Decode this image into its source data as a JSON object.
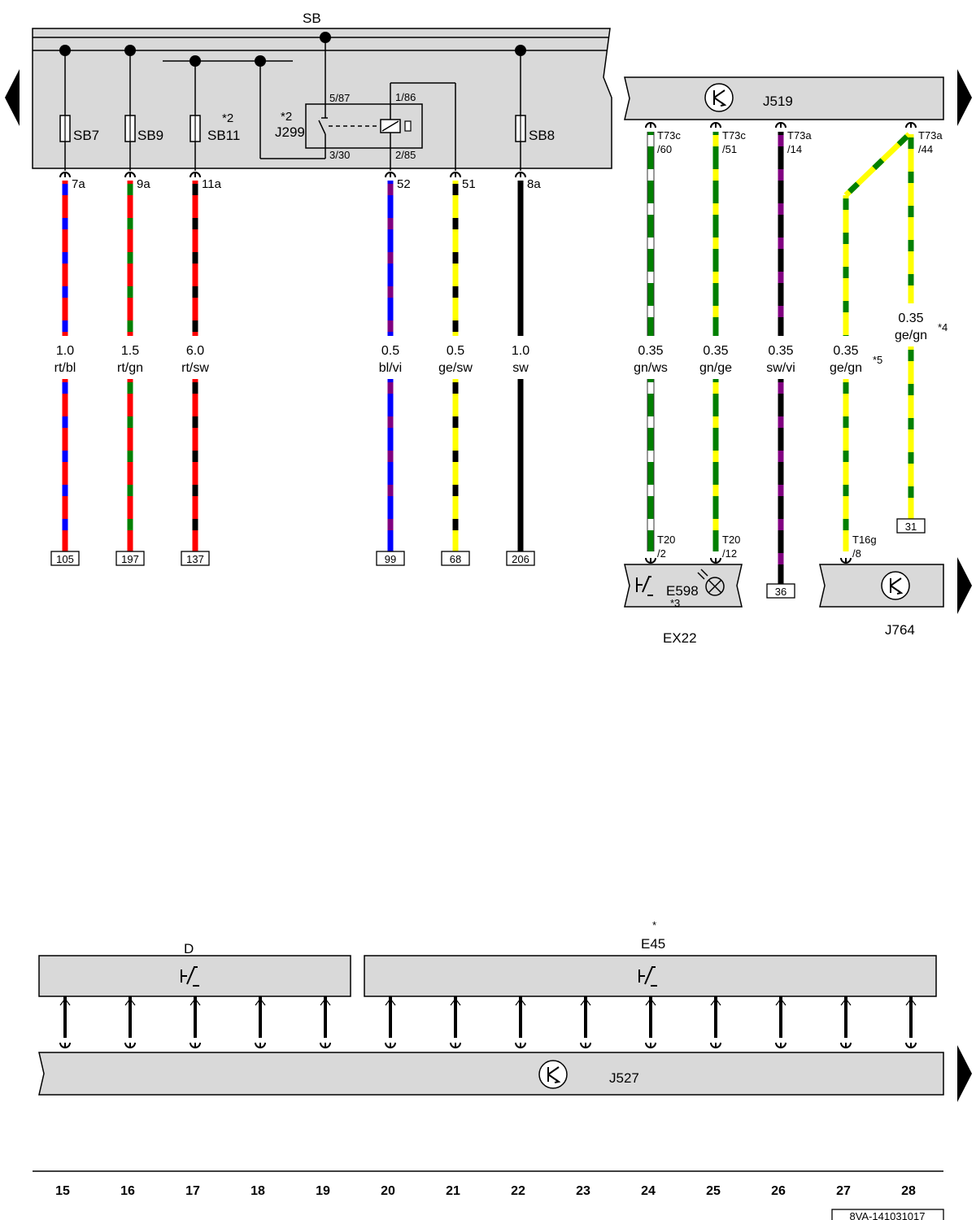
{
  "colors": {
    "rt": "#ff0000",
    "bl": "#0000ff",
    "gn": "#008000",
    "sw": "#000000",
    "vi": "#800080",
    "ge": "#ffff00",
    "ws": "#ffffff",
    "panel": "#d9d9d9",
    "line": "#000000"
  },
  "top_labels": {
    "sb": "SB",
    "sb7": "SB7",
    "sb9": "SB9",
    "sb11": "SB11",
    "sb11_note": "*2",
    "sb8": "SB8",
    "relay_note": "*2",
    "relay": "J299",
    "pin_587": "5/87",
    "pin_186": "1/86",
    "pin_330": "3/30",
    "pin_285": "2/85"
  },
  "left_wires": [
    {
      "pin": "7a",
      "size": "1.0",
      "color_code": "rt/bl",
      "box": "105"
    },
    {
      "pin": "9a",
      "size": "1.5",
      "color_code": "rt/gn",
      "box": "197"
    },
    {
      "pin": "11a",
      "size": "6.0",
      "color_code": "rt/sw",
      "box": "137"
    },
    {
      "pin": "52",
      "size": "0.5",
      "color_code": "bl/vi",
      "box": "99"
    },
    {
      "pin": "51",
      "size": "0.5",
      "color_code": "ge/sw",
      "box": "68"
    },
    {
      "pin": "8a",
      "size": "1.0",
      "color_code": "sw",
      "box": "206"
    }
  ],
  "right_section": {
    "j519": "J519",
    "connectors": [
      {
        "top": "T73c",
        "bottom": "/60"
      },
      {
        "top": "T73c",
        "bottom": "/51"
      },
      {
        "top": "T73a",
        "bottom": "/14"
      },
      {
        "top": "T73a",
        "bottom": "/44"
      }
    ],
    "wires": [
      {
        "size": "0.35",
        "color_code": "gn/ws",
        "note": ""
      },
      {
        "size": "0.35",
        "color_code": "gn/ge",
        "note": ""
      },
      {
        "size": "0.35",
        "color_code": "sw/vi",
        "note": ""
      },
      {
        "size": "0.35",
        "color_code": "ge/gn",
        "note": "*5"
      },
      {
        "size": "0.35",
        "color_code": "ge/gn",
        "note": "*4"
      }
    ],
    "t20_2_top": "T20",
    "t20_2_bottom": "/2",
    "t20_12_top": "T20",
    "t20_12_bottom": "/12",
    "t16g_top": "T16g",
    "t16g_bottom": "/8",
    "box_31": "31",
    "box_36": "36",
    "e598": "E598",
    "e598_note": "*3",
    "ex22": "EX22",
    "j764": "J764"
  },
  "bottom_section": {
    "d_label": "D",
    "e45_label": "E45",
    "e45_note": "*",
    "j527": "J527",
    "columns": [
      "15",
      "16",
      "17",
      "18",
      "19",
      "20",
      "21",
      "22",
      "23",
      "24",
      "25",
      "26",
      "27",
      "28"
    ],
    "doc_id": "8VA-141031017"
  }
}
